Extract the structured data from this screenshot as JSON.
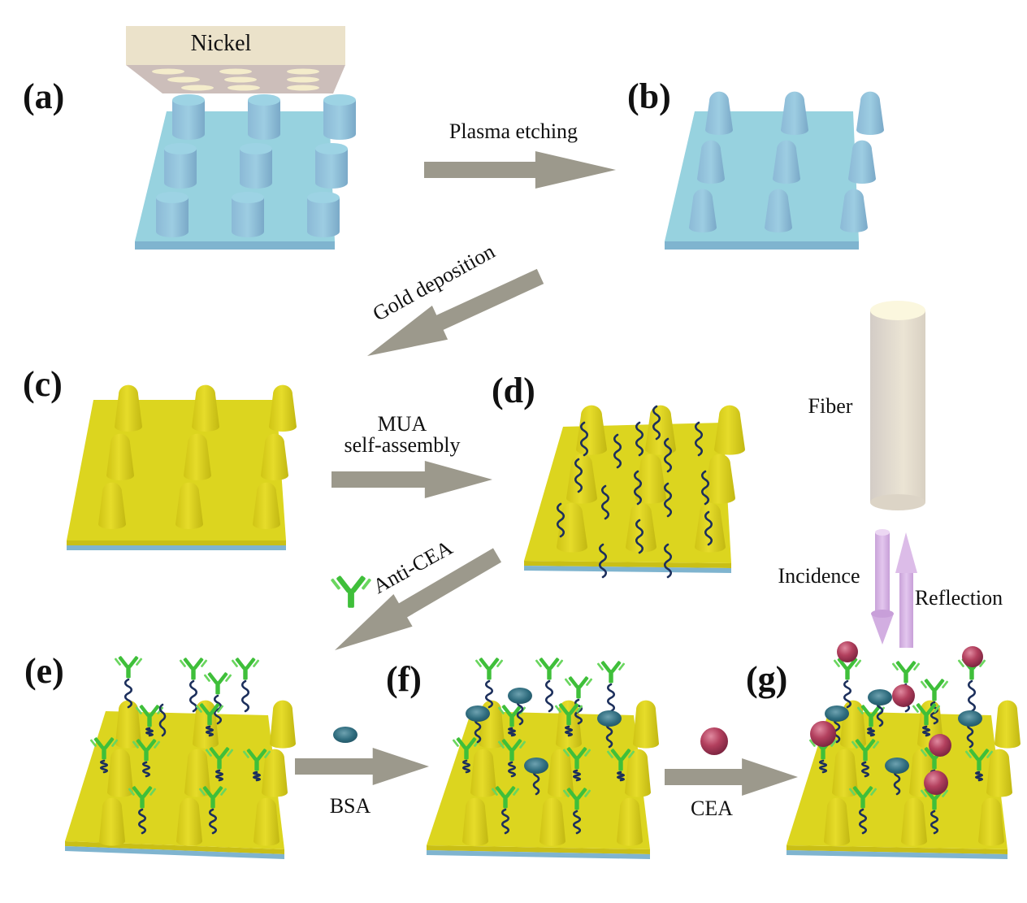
{
  "figure": {
    "panels": [
      {
        "id": "a",
        "label": "(a)",
        "description": "Nickel mold over substrate with cylindrical pillars"
      },
      {
        "id": "b",
        "label": "(b)",
        "description": "Etched substrate with tapered pillars"
      },
      {
        "id": "c",
        "label": "(c)",
        "description": "Gold-coated nanopillar substrate"
      },
      {
        "id": "d",
        "label": "(d)",
        "description": "MUA chains on gold substrate"
      },
      {
        "id": "e",
        "label": "(e)",
        "description": "Anti-CEA antibodies immobilized"
      },
      {
        "id": "f",
        "label": "(f)",
        "description": "BSA blocking"
      },
      {
        "id": "g",
        "label": "(g)",
        "description": "CEA captured"
      }
    ],
    "nickel_label": "Nickel",
    "steps": {
      "plasma_etching": "Plasma etching",
      "gold_deposition": "Gold deposition",
      "mua_line1": "MUA",
      "mua_line2": "self-assembly",
      "anti_cea": "Anti-CEA",
      "bsa": "BSA",
      "cea": "CEA"
    },
    "fiber_label": "Fiber",
    "incidence_label": "Incidence",
    "reflection_label": "Reflection",
    "colors": {
      "substrate_blue": "#97d2df",
      "substrate_blue_side": "#7fb4cf",
      "gold": "#dcd51f",
      "gold_side": "#c9bf16",
      "arrow_gray": "#9c998c",
      "mua_chain": "#1c2f5c",
      "antibody_green": "#3fbf3a",
      "bsa_teal": "#2e6b7d",
      "cea_red": "#b3405e",
      "light_violet": "#d9b6e6",
      "fiber": "#e6dfd2",
      "nickel": "#e6dcc0"
    }
  }
}
